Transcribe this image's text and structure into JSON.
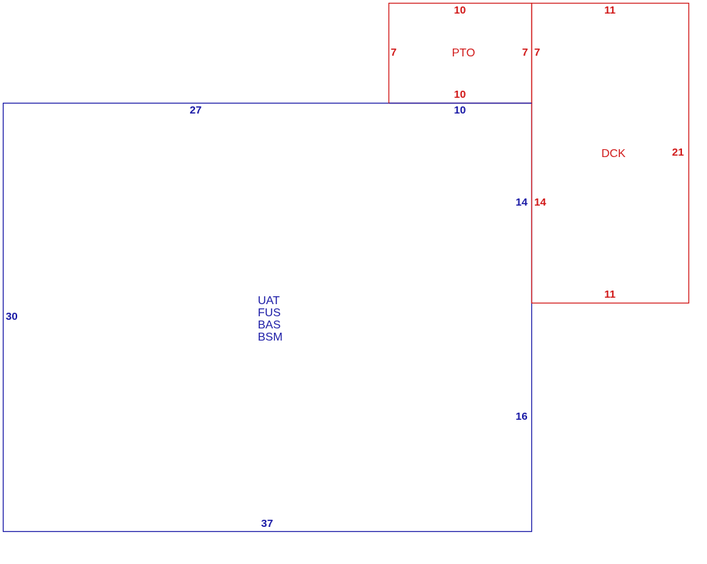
{
  "colors": {
    "main_outline": "#1a1aa6",
    "secondary_outline": "#d11a1a"
  },
  "rooms": {
    "main": {
      "names": [
        "UAT",
        "FUS",
        "BAS",
        "BSM"
      ],
      "dimensions": {
        "top_left": "27",
        "top_right": "10",
        "left": "30",
        "right_upper": "14",
        "right_lower": "16",
        "bottom": "37"
      }
    },
    "pto": {
      "name": "PTO",
      "dimensions": {
        "top": "10",
        "bottom": "10",
        "left": "7",
        "right": "7"
      }
    },
    "dck": {
      "name": "DCK",
      "dimensions": {
        "top": "11",
        "bottom": "11",
        "left_upper": "7",
        "left_lower": "14",
        "right": "21"
      }
    }
  }
}
